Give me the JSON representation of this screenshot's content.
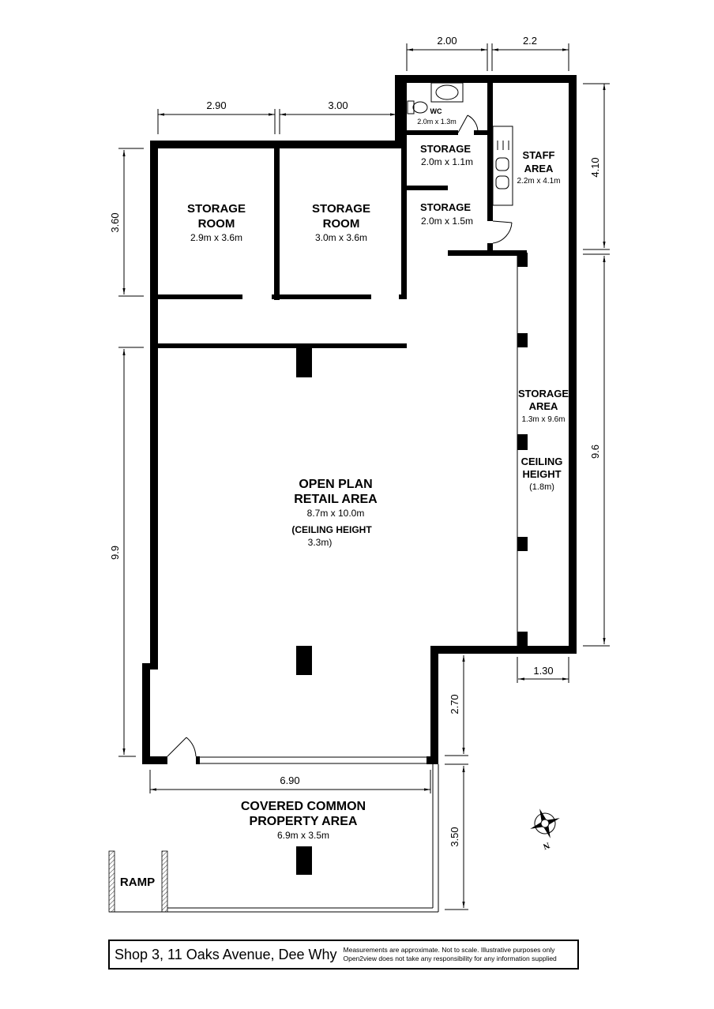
{
  "rooms": {
    "wc": {
      "name": "WC",
      "size": "2.0m x 1.3m"
    },
    "storage_small_1": {
      "name": "STORAGE",
      "size": "2.0m x 1.1m"
    },
    "storage_small_2": {
      "name": "STORAGE",
      "size": "2.0m x 1.5m"
    },
    "staff_area": {
      "name_line1": "STAFF",
      "name_line2": "AREA",
      "size": "2.2m x 4.1m"
    },
    "storage_room_1": {
      "name_line1": "STORAGE",
      "name_line2": "ROOM",
      "size": "2.9m x 3.6m"
    },
    "storage_room_2": {
      "name_line1": "STORAGE",
      "name_line2": "ROOM",
      "size": "3.0m x 3.6m"
    },
    "storage_area": {
      "name_line1": "STORAGE",
      "name_line2": "AREA",
      "size": "1.3m x 9.6m",
      "note_line1": "CEILING",
      "note_line2": "HEIGHT",
      "note_line3": "(1.8m)"
    },
    "retail": {
      "name_line1": "OPEN PLAN",
      "name_line2": "RETAIL AREA",
      "size": "8.7m x 10.0m",
      "note_line1": "(CEILING HEIGHT",
      "note_line2": "3.3m)"
    },
    "covered": {
      "name_line1": "COVERED COMMON",
      "name_line2": "PROPERTY AREA",
      "size": "6.9m x 3.5m"
    },
    "ramp": {
      "name": "RAMP"
    }
  },
  "dimensions": {
    "top_wc": "2.00",
    "top_staff": "2.2",
    "top_room1": "2.90",
    "top_room2": "3.00",
    "right_staff": "4.10",
    "right_storage": "9.6",
    "left_rooms": "3.60",
    "left_retail": "9.9",
    "storage_width": "1.30",
    "front_step": "2.70",
    "front_width": "6.90",
    "covered_depth": "3.50"
  },
  "compass": {
    "north_label": "N"
  },
  "footer": {
    "address": "Shop 3, 11 Oaks Avenue, Dee Why",
    "disclaimer_line1": "Measurements are approximate. Not to scale. Illustrative purposes only",
    "disclaimer_line2": "Open2view does not take any responsibility for any information supplied"
  }
}
